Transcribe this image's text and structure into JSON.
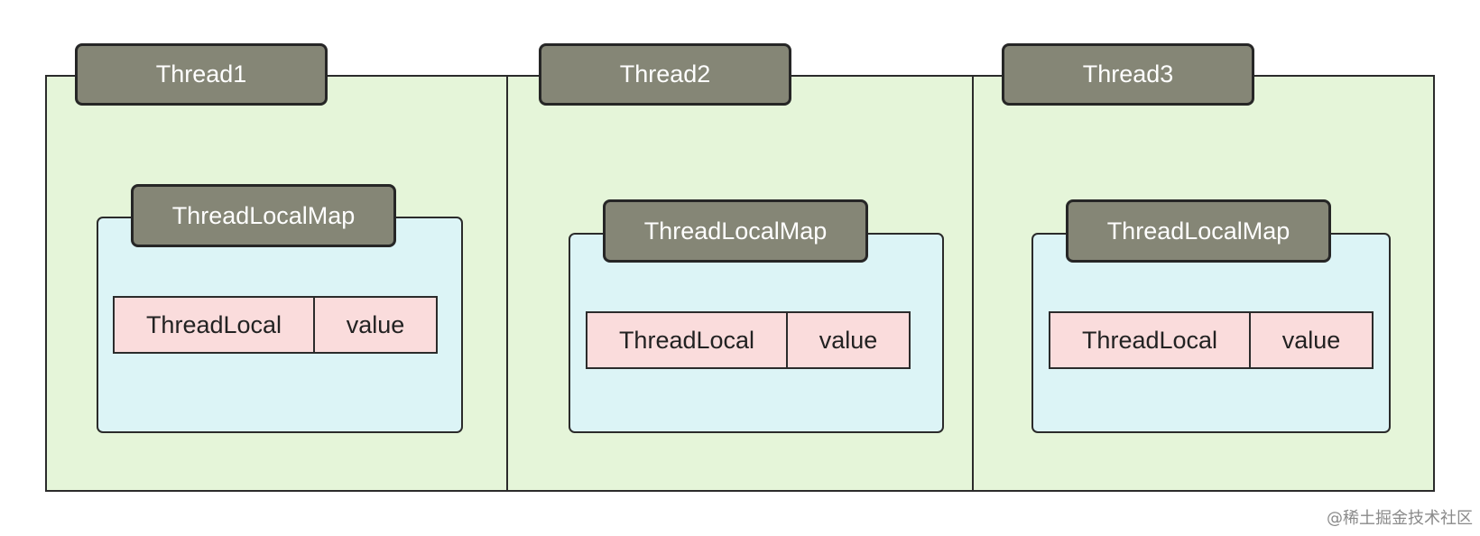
{
  "threads": [
    {
      "title": "Thread1",
      "map_title": "ThreadLocalMap",
      "entry": {
        "key": "ThreadLocal",
        "value": "value"
      }
    },
    {
      "title": "Thread2",
      "map_title": "ThreadLocalMap",
      "entry": {
        "key": "ThreadLocal",
        "value": "value"
      }
    },
    {
      "title": "Thread3",
      "map_title": "ThreadLocalMap",
      "entry": {
        "key": "ThreadLocal",
        "value": "value"
      }
    }
  ],
  "watermark": "@稀土掘金技术社区",
  "colors": {
    "thread_area": "#e5f5d9",
    "map_area": "#dcf4f6",
    "entry_cell": "#fadcdc",
    "tag": "#858676",
    "border": "#2b2b2b"
  }
}
